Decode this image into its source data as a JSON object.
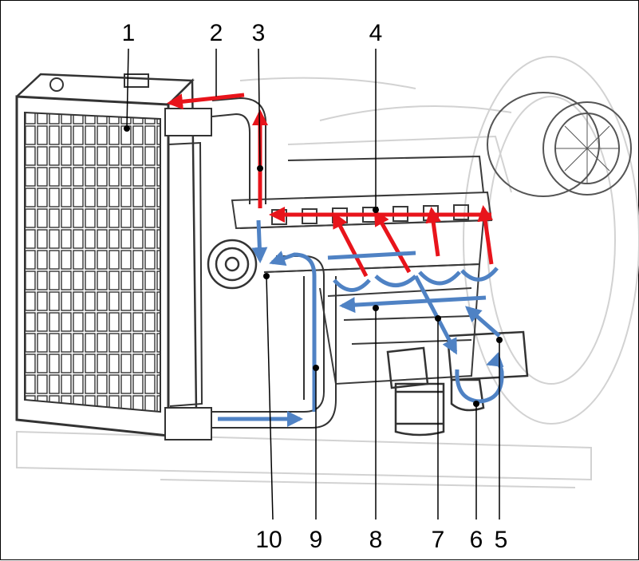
{
  "callouts": {
    "top": [
      "1",
      "2",
      "3",
      "4"
    ],
    "bottom": [
      "10",
      "9",
      "8",
      "7",
      "6",
      "5"
    ]
  },
  "colors": {
    "hot_flow": "#e8141b",
    "cool_flow": "#4f82c4",
    "outline": "#3a3a3a",
    "faint": "#d2d2d2",
    "leader": "#000000"
  }
}
